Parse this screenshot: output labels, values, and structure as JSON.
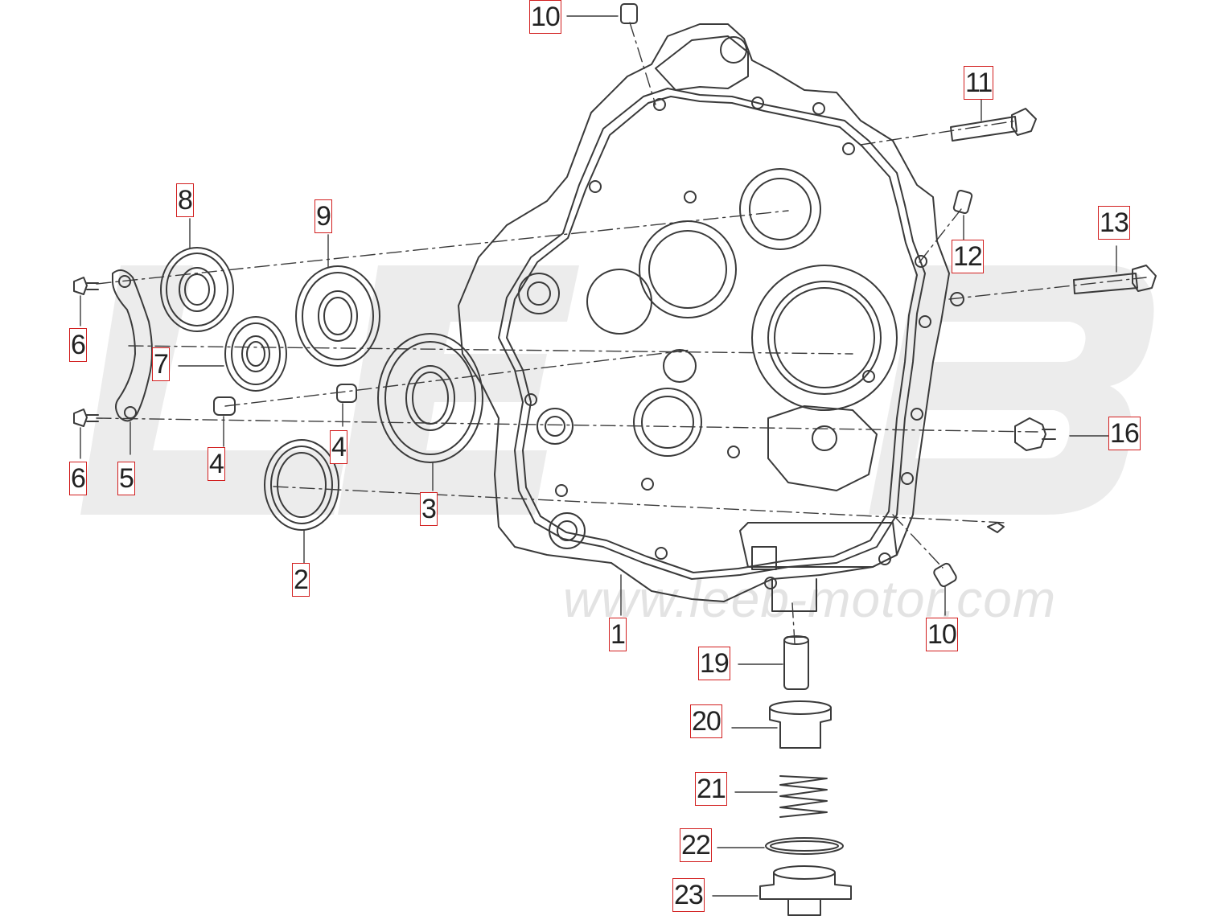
{
  "diagram": {
    "watermark": {
      "logo_text": "LEEB",
      "url": "www.leeb-motor.com"
    },
    "line_color": "#3a3a3a",
    "callout_border_color": "#d21f1f",
    "parts": [
      {
        "id": "p1",
        "label": "1",
        "name": "crankcase-right-half"
      },
      {
        "id": "p2",
        "label": "2",
        "name": "bearing"
      },
      {
        "id": "p3",
        "label": "3",
        "name": "bearing"
      },
      {
        "id": "p4a",
        "label": "4",
        "name": "dowel-pin"
      },
      {
        "id": "p4b",
        "label": "4",
        "name": "dowel-pin"
      },
      {
        "id": "p5",
        "label": "5",
        "name": "bearing-retainer-plate"
      },
      {
        "id": "p6a",
        "label": "6",
        "name": "screw"
      },
      {
        "id": "p6b",
        "label": "6",
        "name": "screw"
      },
      {
        "id": "p7",
        "label": "7",
        "name": "bearing"
      },
      {
        "id": "p8",
        "label": "8",
        "name": "bearing"
      },
      {
        "id": "p9",
        "label": "9",
        "name": "bearing"
      },
      {
        "id": "p10a",
        "label": "10",
        "name": "dowel-pin"
      },
      {
        "id": "p10b",
        "label": "10",
        "name": "dowel-pin"
      },
      {
        "id": "p11",
        "label": "11",
        "name": "bolt"
      },
      {
        "id": "p12",
        "label": "12",
        "name": "dowel-pin"
      },
      {
        "id": "p13",
        "label": "13",
        "name": "bolt"
      },
      {
        "id": "p16",
        "label": "16",
        "name": "fitting"
      },
      {
        "id": "p19",
        "label": "19",
        "name": "valve-piston"
      },
      {
        "id": "p20",
        "label": "20",
        "name": "valve-sleeve"
      },
      {
        "id": "p21",
        "label": "21",
        "name": "spring"
      },
      {
        "id": "p22",
        "label": "22",
        "name": "o-ring"
      },
      {
        "id": "p23",
        "label": "23",
        "name": "plug-cap"
      }
    ]
  }
}
